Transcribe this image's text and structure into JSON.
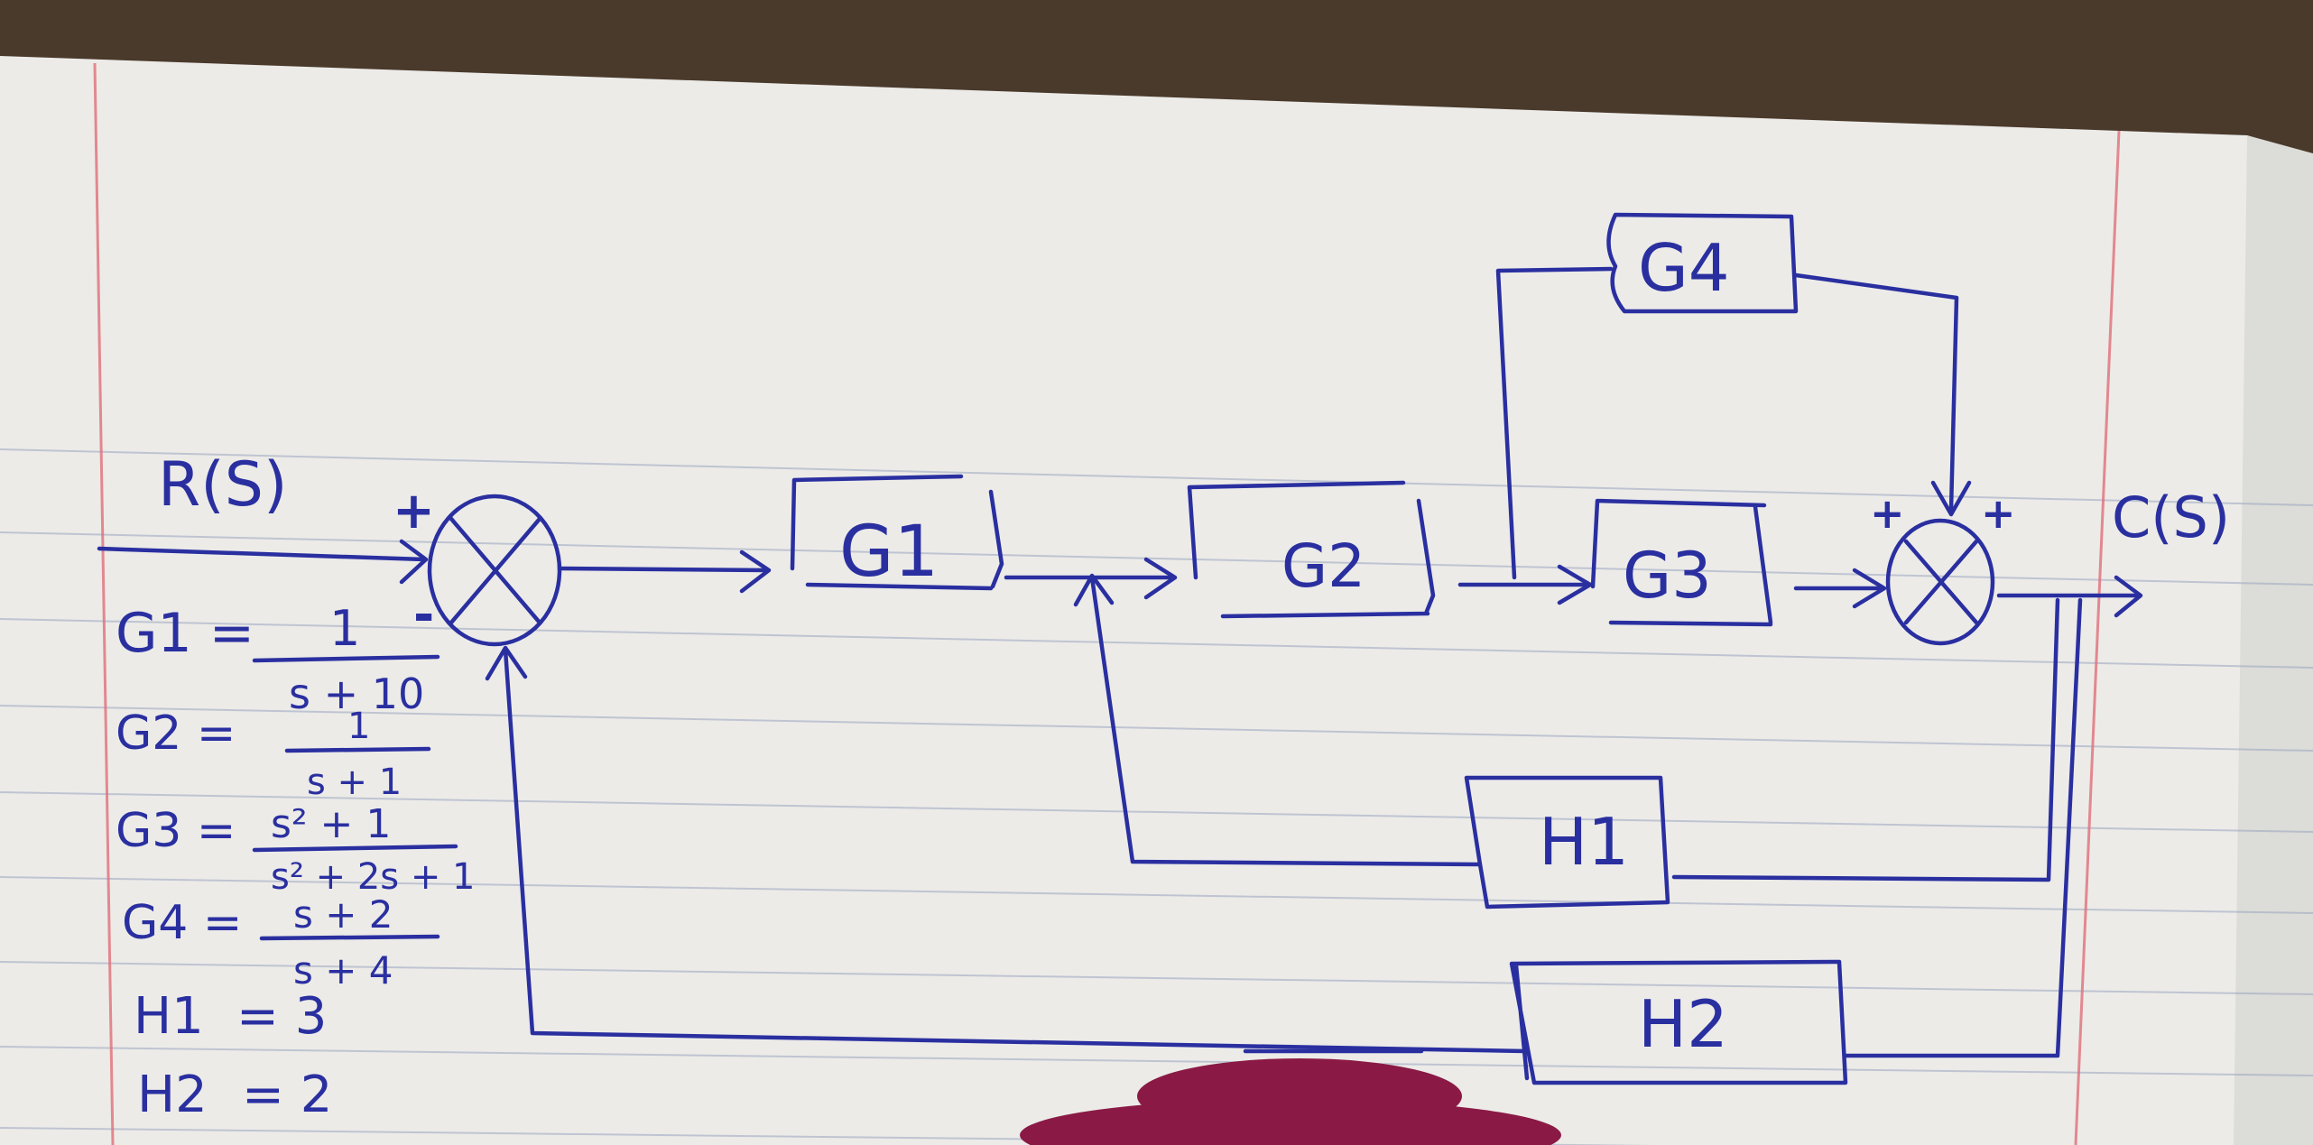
{
  "diagram": {
    "input_label": "R(S)",
    "output_label": "C(S)",
    "blocks": {
      "g1": "G1",
      "g2": "G2",
      "g3": "G3",
      "g4": "G4",
      "h1": "H1",
      "h2": "H2"
    },
    "summing_junction_1": {
      "top_sign": "+",
      "bottom_sign": "-"
    },
    "summing_junction_2": {
      "left_sign": "+",
      "right_sign": "+"
    }
  },
  "definitions": [
    {
      "lhs": "G1 =",
      "numerator": "1",
      "denominator": "s + 10"
    },
    {
      "lhs": "G2 =",
      "numerator": "1",
      "denominator": "s + 1"
    },
    {
      "lhs": "G3 =",
      "numerator": "s² + 1",
      "denominator": "s² + 2s + 1"
    },
    {
      "lhs": "G4 =",
      "numerator": "s + 2",
      "denominator": "s + 4"
    },
    {
      "lhs": "H1",
      "value": "= 3"
    },
    {
      "lhs": "H2",
      "value": "= 2"
    }
  ],
  "colors": {
    "ink": "#2a2fa0",
    "paper": "#ecebe8",
    "desk": "#4a3a2c",
    "redaction": "#8a1a45"
  }
}
